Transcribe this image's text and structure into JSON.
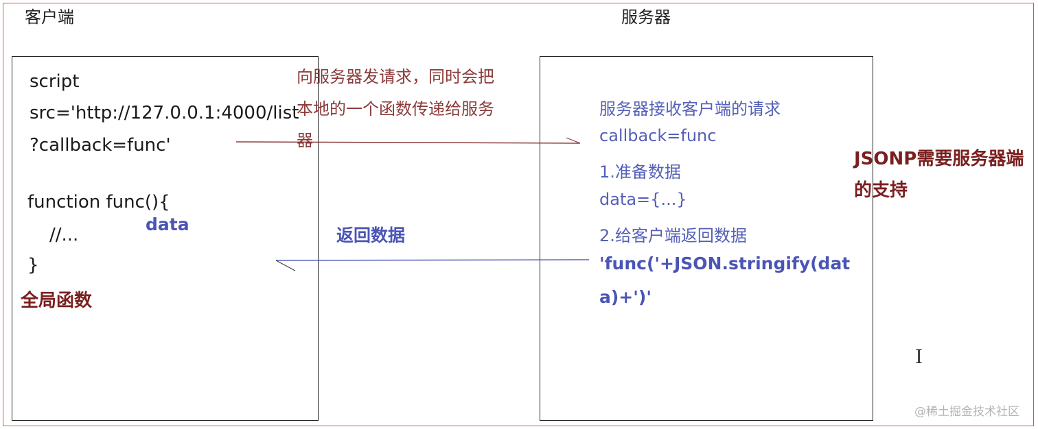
{
  "headings": {
    "client": "客户端",
    "server": "服务器"
  },
  "client_code": [
    "script",
    "src='http://127.0.0.1:4000/list",
    "?callback=func'",
    "function func(){",
    "//...",
    "}"
  ],
  "client_labels": {
    "data": "data",
    "global_function": "全局函数"
  },
  "request_note": [
    "向服务器发请求，同时会把",
    "本地的一个函数传递给服务",
    "器"
  ],
  "response_label": "返回数据",
  "server_lines": [
    "服务器接收客户端的请求",
    "callback=func",
    "1.准备数据",
    "data={...}",
    "2.给客户端返回数据"
  ],
  "server_code": [
    "'func('+JSON.stringify(dat",
    "a)+')'"
  ],
  "side_note": [
    "JSONP需要服务器端",
    "的支持"
  ],
  "cursor": "I",
  "watermark": "@稀土掘金技术社区",
  "colors": {
    "frame": "#d9534f",
    "request_arrow": "#8b3a3a",
    "response_arrow": "#5560b8",
    "server_text": "#5560b8",
    "note_text": "#7a1f1f"
  }
}
